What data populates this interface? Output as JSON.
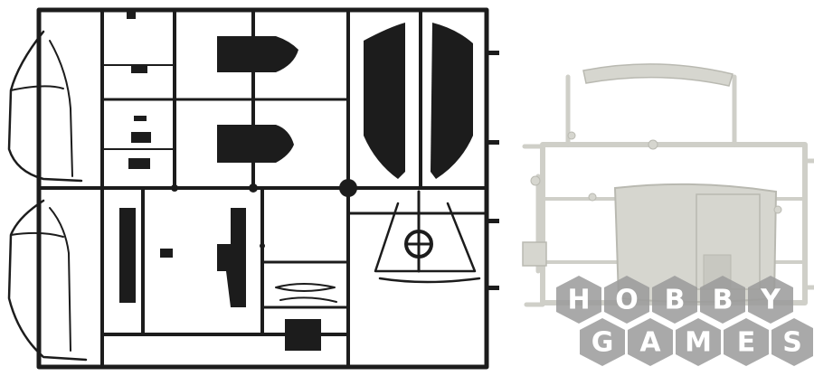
{
  "watermark": {
    "line1": [
      "H",
      "O",
      "B",
      "B",
      "Y"
    ],
    "line2": [
      "G",
      "A",
      "M",
      "E",
      "S"
    ],
    "hex_color": "#9a9a9a",
    "letter_color": "#ffffff"
  },
  "colors": {
    "sprue_dark": "#1c1c1c",
    "sprue_light": "#d6d6cf",
    "light_shadow": "#b9b9b1",
    "background": "#ffffff"
  },
  "icons": [
    "dark-sprue-frame",
    "light-sprue-frame",
    "hobby-games-logo"
  ]
}
